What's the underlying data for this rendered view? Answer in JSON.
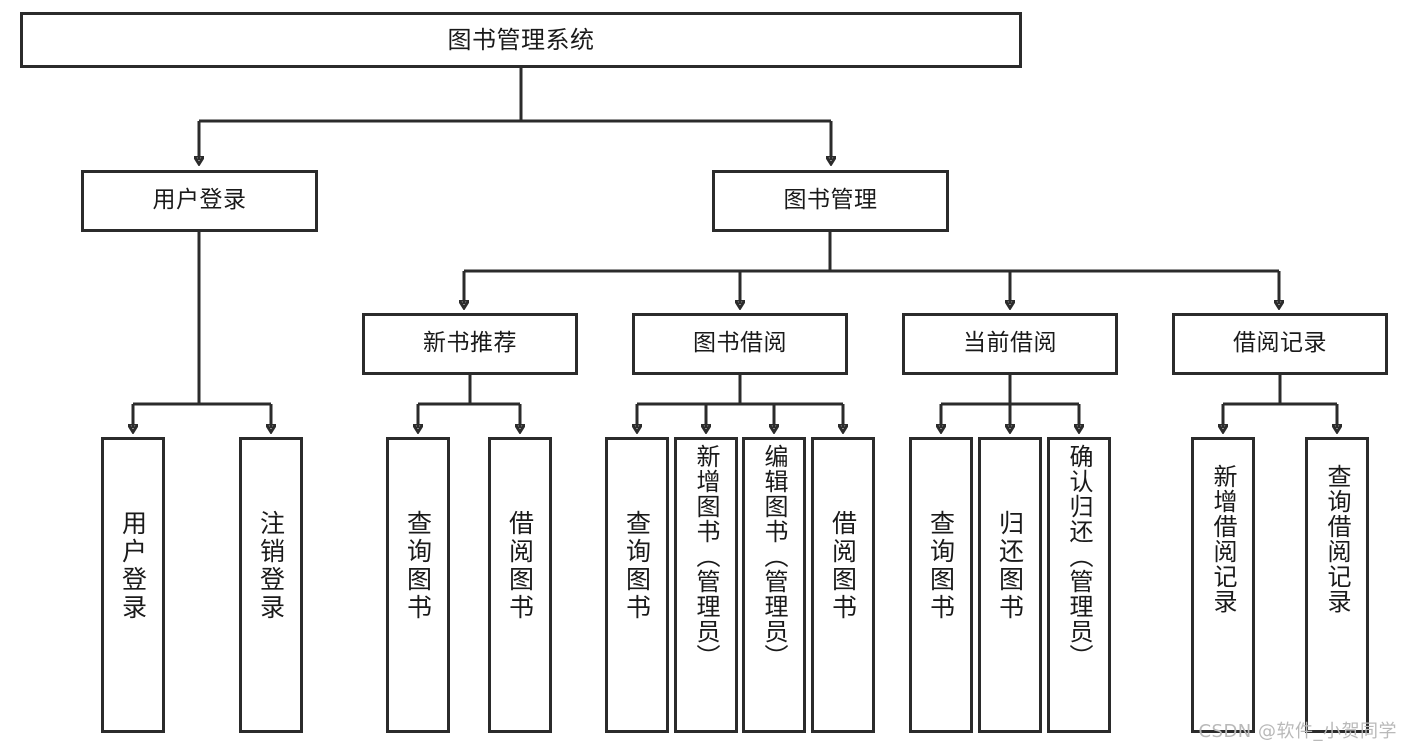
{
  "diagram": {
    "title": "图书管理系统",
    "type": "hierarchy-tree",
    "watermark": "CSDN @软件_小贺同学",
    "colors": {
      "box_border": "#2b2b2b",
      "box_fill": "#ffffff",
      "connector": "#2b2b2b",
      "text": "#1a1a1a",
      "watermark": "#b9b9b9",
      "background": "#ffffff"
    },
    "levels": {
      "root": {
        "label": "图书管理系统"
      },
      "level2": [
        {
          "id": "user-login",
          "label": "用户登录"
        },
        {
          "id": "book-manage",
          "label": "图书管理"
        }
      ],
      "level3": [
        {
          "id": "new-book-rec",
          "label": "新书推荐",
          "parent": "book-manage"
        },
        {
          "id": "book-borrow",
          "label": "图书借阅",
          "parent": "book-manage"
        },
        {
          "id": "current-borrow",
          "label": "当前借阅",
          "parent": "book-manage"
        },
        {
          "id": "borrow-record",
          "label": "借阅记录",
          "parent": "book-manage"
        }
      ],
      "leaves": [
        {
          "id": "leaf-user-login",
          "label": "用户登录",
          "parent": "user-login"
        },
        {
          "id": "leaf-logout",
          "label": "注销登录",
          "parent": "user-login"
        },
        {
          "id": "leaf-query-book-1",
          "label": "查询图书",
          "parent": "new-book-rec"
        },
        {
          "id": "leaf-borrow-book-1",
          "label": "借阅图书",
          "parent": "new-book-rec"
        },
        {
          "id": "leaf-query-book-2",
          "label": "查询图书",
          "parent": "book-borrow"
        },
        {
          "id": "leaf-add-book",
          "label": "新增图书（管理员）",
          "parent": "book-borrow"
        },
        {
          "id": "leaf-edit-book",
          "label": "编辑图书（管理员）",
          "parent": "book-borrow"
        },
        {
          "id": "leaf-borrow-book-2",
          "label": "借阅图书",
          "parent": "book-borrow"
        },
        {
          "id": "leaf-query-book-3",
          "label": "查询图书",
          "parent": "current-borrow"
        },
        {
          "id": "leaf-return-book",
          "label": "归还图书",
          "parent": "current-borrow"
        },
        {
          "id": "leaf-confirm-return",
          "label": "确认归还（管理员）",
          "parent": "current-borrow"
        },
        {
          "id": "leaf-add-record",
          "label": "新增借阅记录",
          "parent": "borrow-record"
        },
        {
          "id": "leaf-query-record",
          "label": "查询借阅记录",
          "parent": "borrow-record"
        }
      ]
    }
  }
}
